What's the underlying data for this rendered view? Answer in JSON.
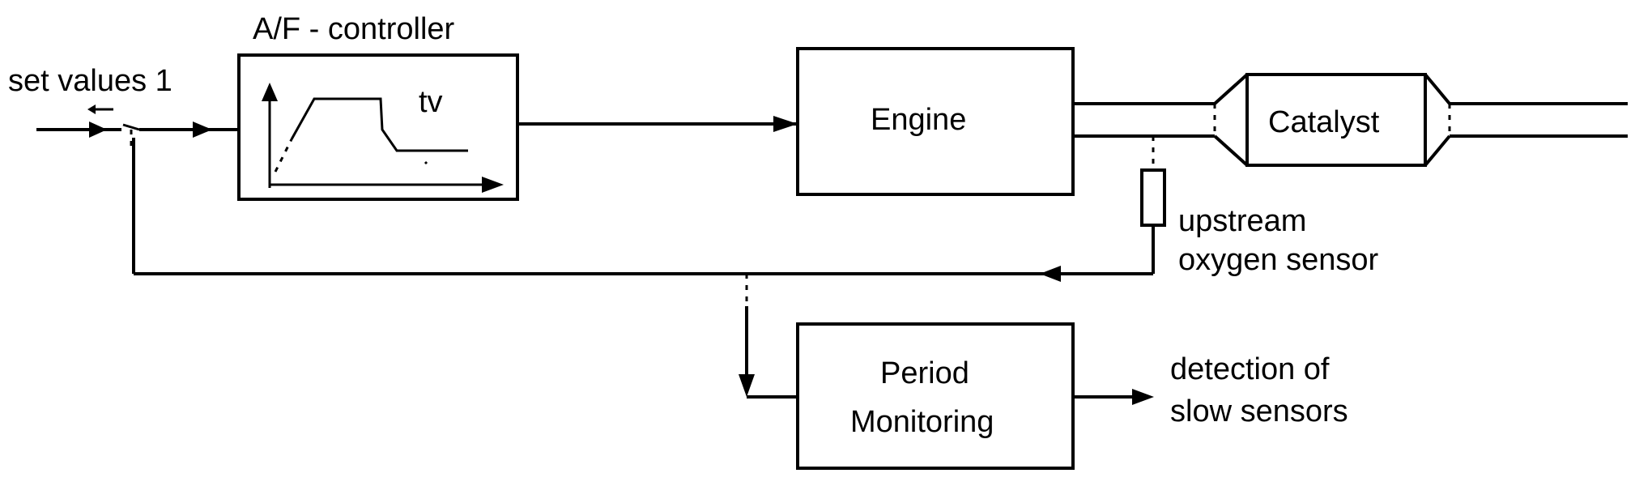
{
  "diagram": {
    "input_label": "set values 1",
    "controller_title": "A/F - controller",
    "controller_tv": "tv",
    "engine_label": "Engine",
    "catalyst_label": "Catalyst",
    "sensor_label_line1": "upstream",
    "sensor_label_line2": "oxygen sensor",
    "monitoring_label_line1": "Period",
    "monitoring_label_line2": "Monitoring",
    "output_label_line1": "detection of",
    "output_label_line2": "slow sensors"
  }
}
